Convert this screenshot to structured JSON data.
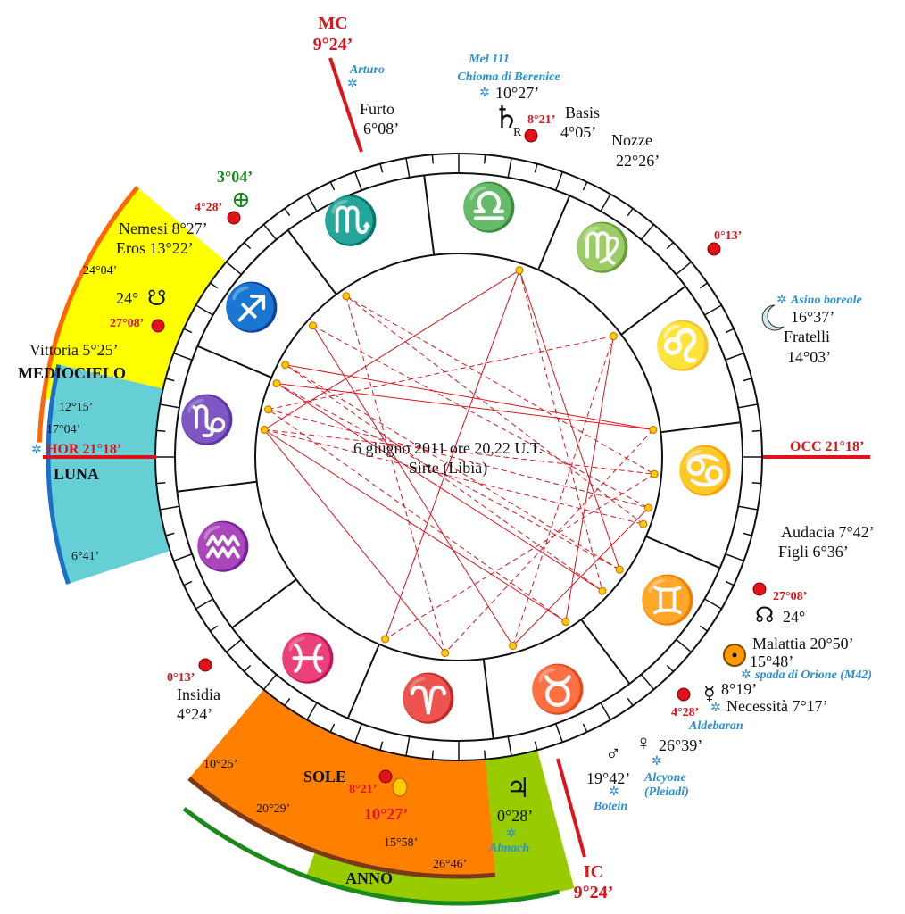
{
  "center": {
    "line1": "6 giugno 2011 ore 20,22 U.T.",
    "line2": "Sirte (Libia)"
  },
  "axes": {
    "mc_label": "MC",
    "mc_deg": "9°24’",
    "ic_label": "IC",
    "ic_deg": "9°24’",
    "hor": "HOR  21°18’",
    "occ": "OCC  21°18’"
  },
  "zodiac": {
    "libra": "♎",
    "virgo": "♍",
    "leo": "♌",
    "cancer": "♋",
    "gemini": "♊",
    "taurus": "♉",
    "aries": "♈",
    "pisces": "♓",
    "aquarius": "♒",
    "capricorn": "♑",
    "sagittarius": "♐",
    "scorpio": "♏"
  },
  "sectors": {
    "mediocielo": "MEDIOCIELO",
    "mc_a": "24°04’",
    "mc_b": "17°04’",
    "luna": "LUNA",
    "luna_a": "12°15’",
    "luna_b": "6°41’",
    "sole": "SOLE",
    "sole_a": "10°25’",
    "sole_b": "15°58’",
    "anno": "ANNO",
    "anno_a": "20°29’",
    "anno_b": "26°46’"
  },
  "labels": {
    "arturo": "Arturo",
    "furto": "Furto",
    "furto_d": "6°08’",
    "mel111": "Mel 111",
    "chioma": "Chioma di Berenice",
    "saturn_glyph": "♄",
    "saturn_r": "R",
    "saturn_deg": "10°27’",
    "saturn_red": "8°21’",
    "basis": "Basis",
    "basis_d": "4°05’",
    "nozze": "Nozze",
    "nozze_d": "22°26’",
    "earth_deg": "3°04’",
    "earth_glyph": "⊕",
    "red_428": "4°28’",
    "nemesi": "Nemesi 8°27’",
    "eros": "Eros 13°22’",
    "red_013_top": "0°13’",
    "asino": "Asino boreale",
    "moon_deg": "16°37’",
    "fratelli": "Fratelli",
    "fratelli_d": "14°03’",
    "node_left": "24°",
    "red_2708_left": "27°08’",
    "vittoria": "Vittoria 5°25’",
    "audacia": "Audacia 7°42’",
    "figli": "Figli 6°36’",
    "red_2708_right": "27°08’",
    "node_right": "24°",
    "malattia": "Malattia 20°50’",
    "sun_deg": "15°48’",
    "orione": "spada di Orione (M42)",
    "mercury_deg": "8°19’",
    "necessita": "Necessità 7°17’",
    "red_428_right": "4°28’",
    "aldebaran": "Aldebaran",
    "venus_deg": "26°39’",
    "alcyone": "Alcyone",
    "pleiadi": "(Pleiadi)",
    "mars_deg": "19°42’",
    "botein": "Botein",
    "jupiter_deg": "0°28’",
    "almach": "Almach",
    "red_013_bottom": "0°13’",
    "insidia": "Insidia",
    "insidia_d": "4°24’",
    "red_821_bottom": "8°21’",
    "red_1027_bottom": "10°27’"
  },
  "colors": {
    "red": "#e0121a",
    "blue": "#2a8fd6",
    "yellow": "#ffff00",
    "cyan": "#66cfd6",
    "orange": "#ff8000",
    "green": "#99cc00"
  }
}
